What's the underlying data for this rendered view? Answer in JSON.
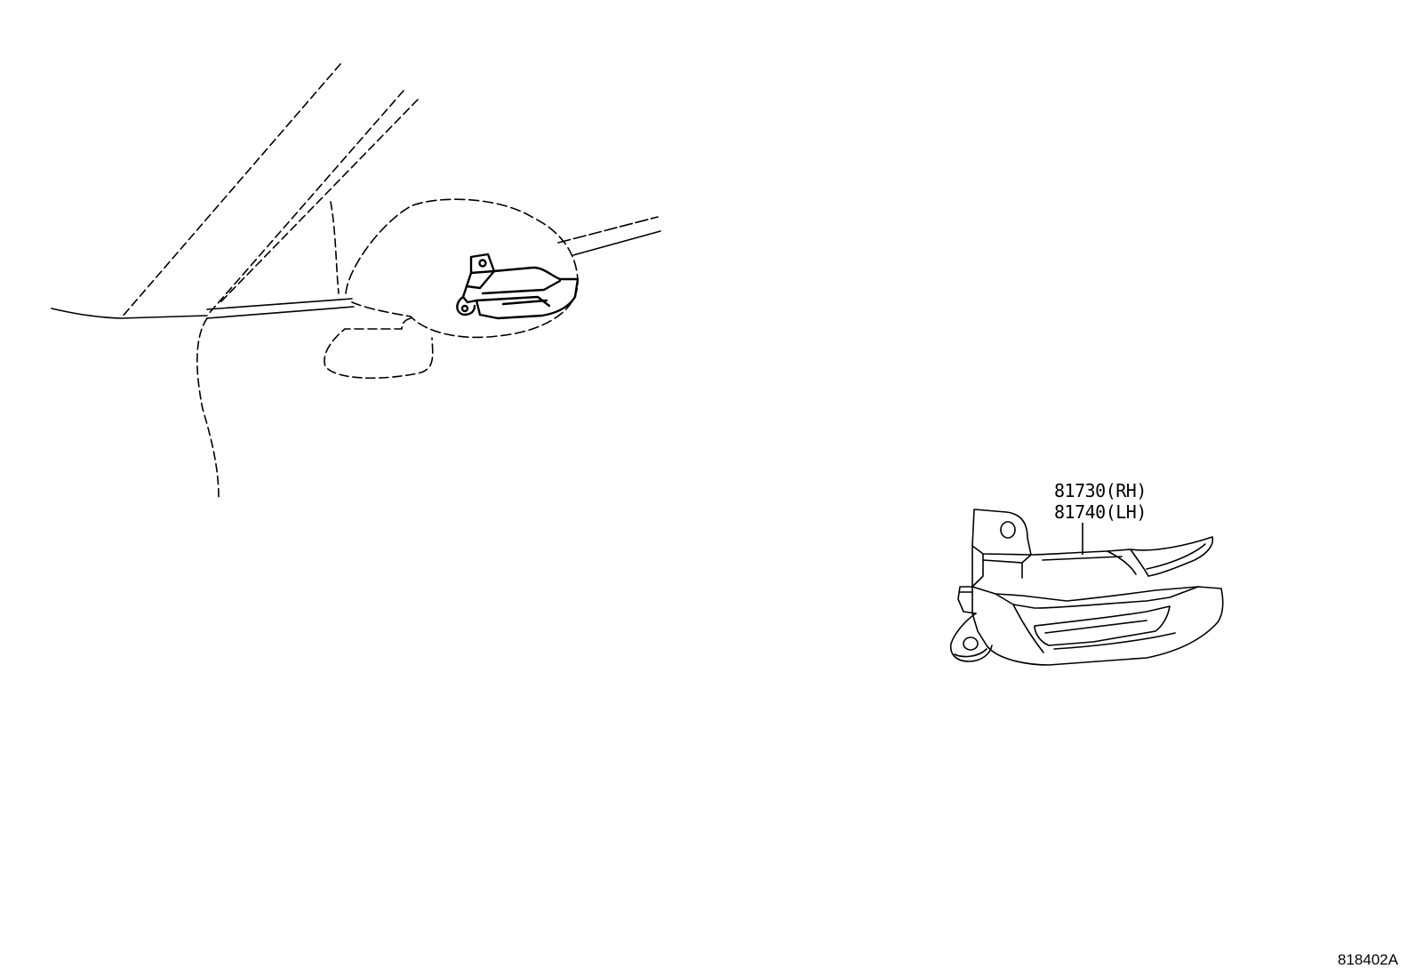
{
  "diagram": {
    "callouts": [
      {
        "part_number": "81730(RH)"
      },
      {
        "part_number": "81740(LH)"
      }
    ],
    "drawing_id": "818402A"
  }
}
